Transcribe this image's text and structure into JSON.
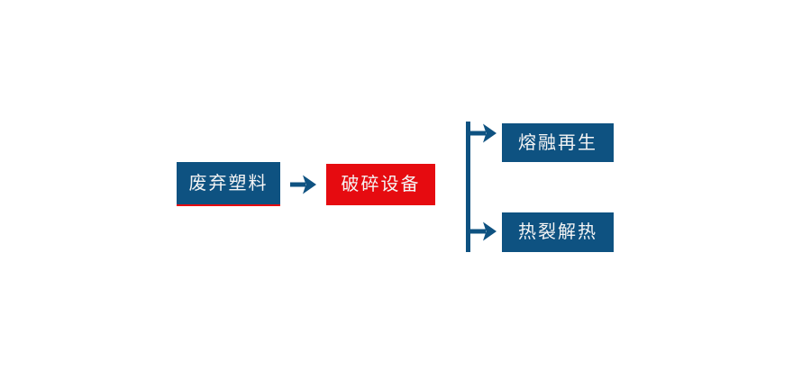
{
  "colors": {
    "background": "#ffffff",
    "blue": "#0e5281",
    "red": "#e60b10",
    "text": "#f4f4f4"
  },
  "flowchart": {
    "type": "process-flow",
    "direction": "left-to-right",
    "nodes": {
      "source": {
        "label": "废弃塑料",
        "style": "blue-with-red-underline"
      },
      "process": {
        "label": "破碎设备",
        "style": "red"
      },
      "output_top": {
        "label": "熔融再生",
        "style": "blue"
      },
      "output_bottom": {
        "label": "热裂解热",
        "style": "blue"
      }
    },
    "connections": [
      {
        "from": "source",
        "to": "process",
        "type": "arrow"
      },
      {
        "from": "process",
        "to": "output_top",
        "type": "branch-arrow"
      },
      {
        "from": "process",
        "to": "output_bottom",
        "type": "branch-arrow"
      }
    ]
  }
}
